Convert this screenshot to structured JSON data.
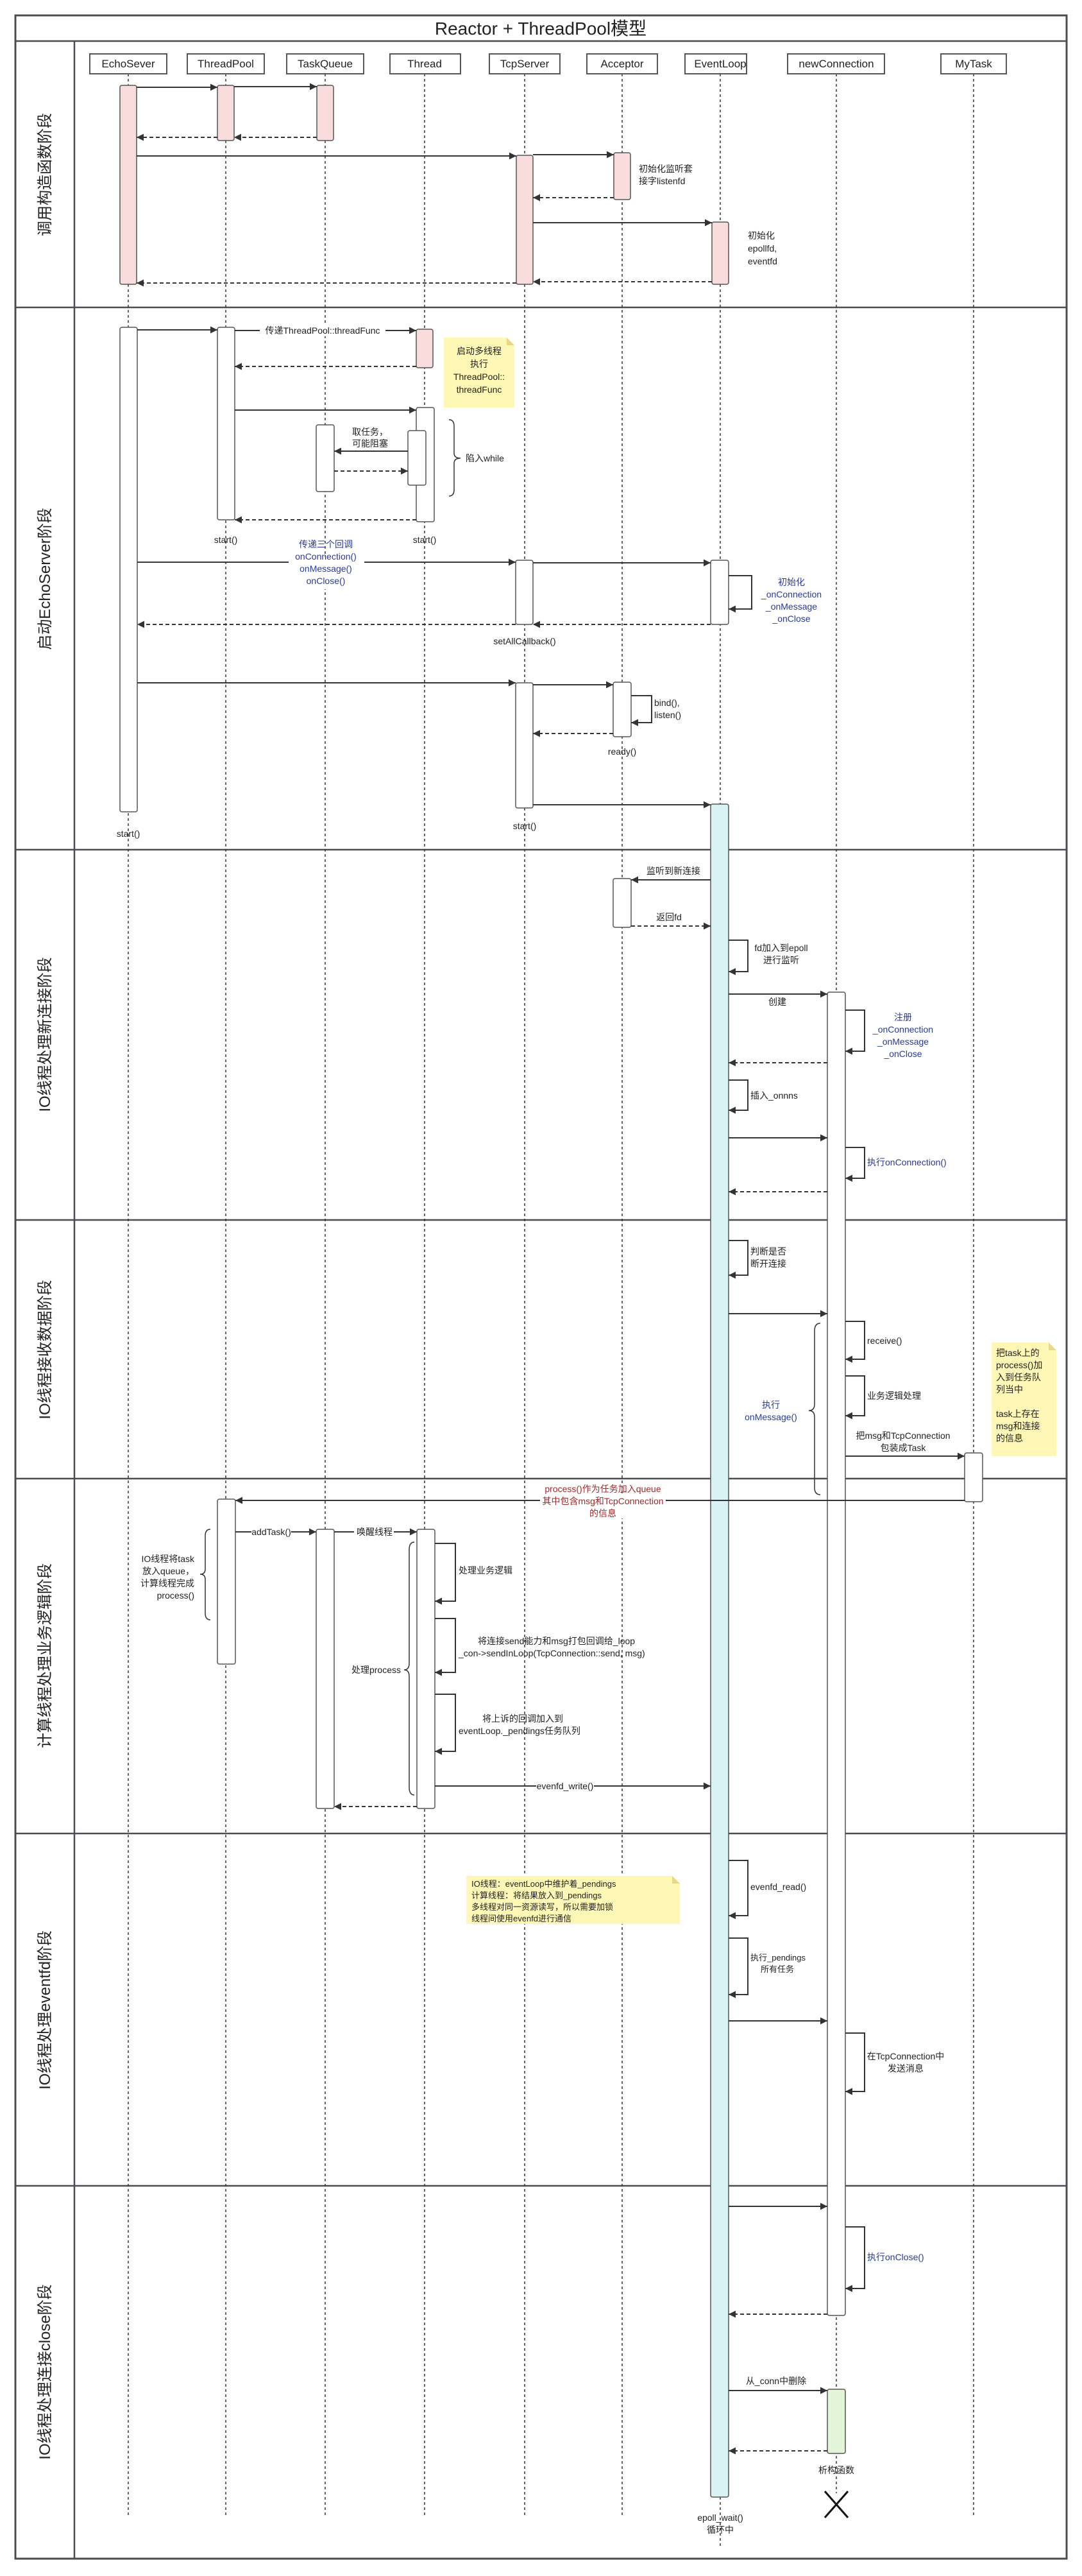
{
  "title": "Reactor + ThreadPool模型",
  "lifelines": [
    "EchoSever",
    "ThreadPool",
    "TaskQueue",
    "Thread",
    "TcpServer",
    "Acceptor",
    "EventLoop",
    "newConnection",
    "MyTask"
  ],
  "sections": [
    "调用构造函数阶段",
    "启动EchoServer阶段",
    "IO线程处理新连接阶段",
    "IO线程接收数据阶段",
    "计算线程处理业务逻辑阶段",
    "IO线程处理eventfd阶段",
    "IO线程处理连接close阶段"
  ],
  "colors": {
    "construct_activation": "#f9dcdc",
    "eventloop_activation": "#d9f2f3",
    "destructor_activation": "#e3f5d8",
    "note": "#fff7b5",
    "callback_text": "#2a3a9a",
    "queue_text": "#a02a2a"
  },
  "s1": {
    "acceptor_note": [
      "初始化监听套",
      "接字listenfd"
    ],
    "eventloop_note": [
      "初始化",
      "epollfd,",
      "eventfd"
    ]
  },
  "s2": {
    "pass_threadfunc": "传递ThreadPool::threadFunc",
    "note": [
      "启动多线程",
      "执行",
      "ThreadPool::",
      "threadFunc"
    ],
    "take_task": [
      "取任务，",
      "可能阻塞"
    ],
    "while_label": "陷入while",
    "tp_start": "start()",
    "thread_start": "start()",
    "pass_callbacks": [
      "传递三个回调",
      "onConnection()",
      "onMessage()",
      "onClose()"
    ],
    "init_callbacks": [
      "初始化",
      "_onConnection",
      "_onMessage",
      "_onClose"
    ],
    "set_all_callback": "setAllCallback()",
    "bind_listen": [
      "bind(),",
      "listen()"
    ],
    "ready": "ready()",
    "tcpserver_start": "start()",
    "echo_start": "start()"
  },
  "s3": {
    "new_conn": "监听到新连接",
    "return_fd": "返回fd",
    "add_epoll": [
      "fd加入到epoll",
      "进行监听"
    ],
    "create": "创建",
    "register": [
      "注册",
      "_onConnection",
      "_onMessage",
      "_onClose"
    ],
    "insert": "插入_onnns",
    "exec_onconnection": "执行onConnection()"
  },
  "s4": {
    "check_disconnect": [
      "判断是否",
      "断开连接"
    ],
    "exec_onmessage": [
      "执行",
      "onMessage()"
    ],
    "receive": "receive()",
    "business": "业务逻辑处理",
    "wrap_task": [
      "把msg和TcpConnection",
      "包装成Task"
    ],
    "note": [
      "把task上的",
      "process()加",
      "入到任务队",
      "列当中",
      "task上存在",
      "msg和连接",
      "的信息"
    ]
  },
  "s5": {
    "process_to_queue": [
      "process()作为任务加入queue",
      "其中包含msg和TcpConnection",
      "的信息"
    ],
    "io_thread_note": [
      "IO线程将task",
      "放入queue，",
      "计算线程完成",
      "process()"
    ],
    "add_task": "addTask()",
    "wake_thread": "唤醒线程",
    "handle_process": "处理process",
    "handle_business": "处理业务逻辑",
    "pack_callback": [
      "将连接send能力和msg打包回调给_loop",
      "_con->sendInLoop(TcpConnection::send, msg)"
    ],
    "add_pendings": [
      "将上诉的回调加入到",
      "eventLoop._pendings任务队列"
    ],
    "eventfd_write": "evenfd_write()"
  },
  "s6": {
    "eventfd_read": "evenfd_read()",
    "note": [
      "IO线程：eventLoop中维护着_pendings",
      "计算线程：将结果放入到_pendings",
      "多线程对同一资源读写，所以需要加锁",
      "线程间使用evenfd进行通信"
    ],
    "exec_pendings": [
      "执行_pendings",
      "所有任务"
    ],
    "send_msg": [
      "在TcpConnection中",
      "发送消息"
    ]
  },
  "s7": {
    "exec_onclose": "执行onClose()",
    "remove_conn": "从_conn中删除",
    "destructor": "析构函数",
    "epoll_wait": [
      "epoll_wait()",
      "循环中"
    ]
  }
}
